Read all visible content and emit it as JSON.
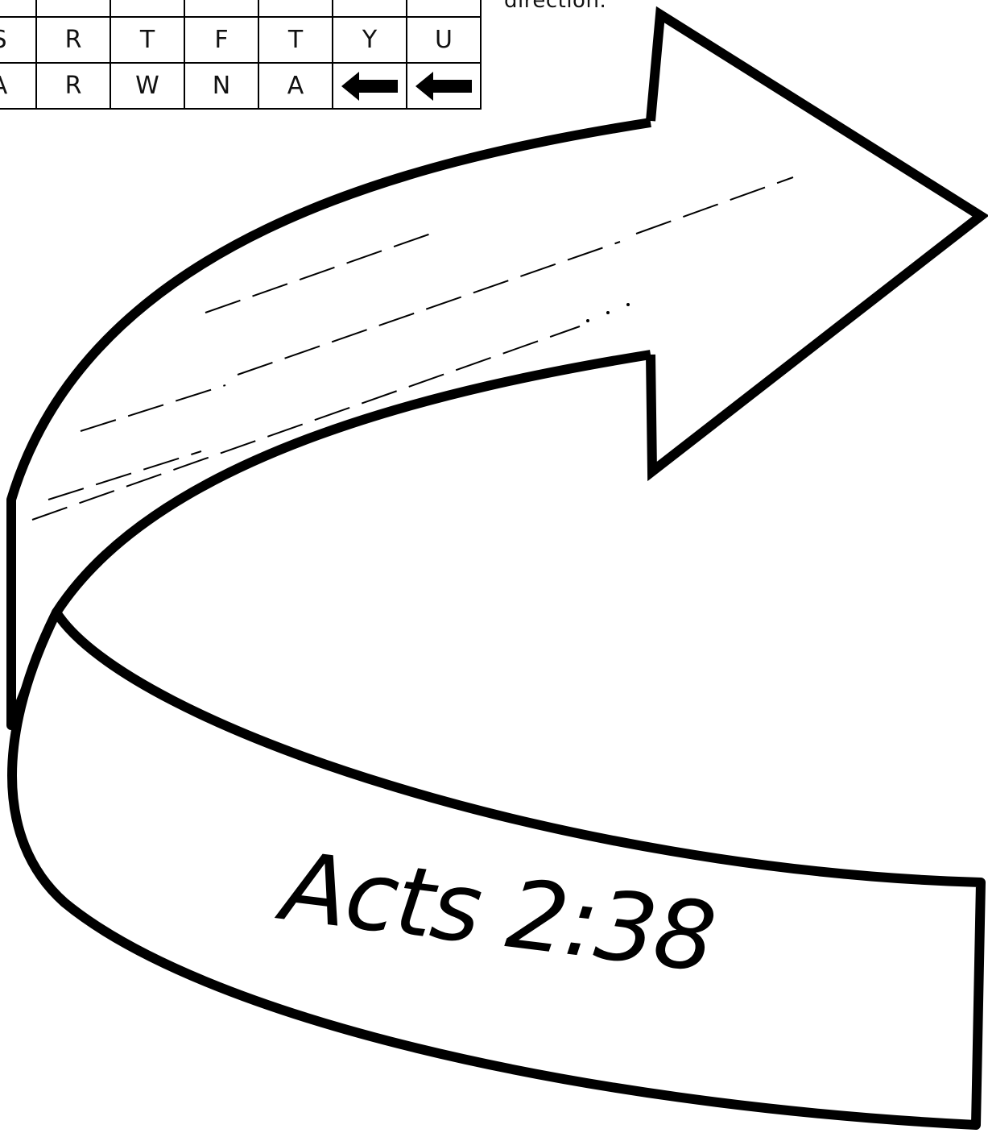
{
  "puzzle": {
    "rows": [
      [
        "",
        "",
        "",
        "",
        "",
        "",
        ""
      ],
      [
        "S",
        "R",
        "T",
        "F",
        "T",
        "Y",
        "U"
      ],
      [
        "A",
        "R",
        "W",
        "N",
        "A",
        "left-arrow-icon",
        "left-arrow-icon"
      ]
    ],
    "instruction_fragment": "direction."
  },
  "verse": {
    "reference": "Acts 2:38"
  },
  "colors": {
    "ink": "#000000",
    "paper": "#ffffff"
  }
}
